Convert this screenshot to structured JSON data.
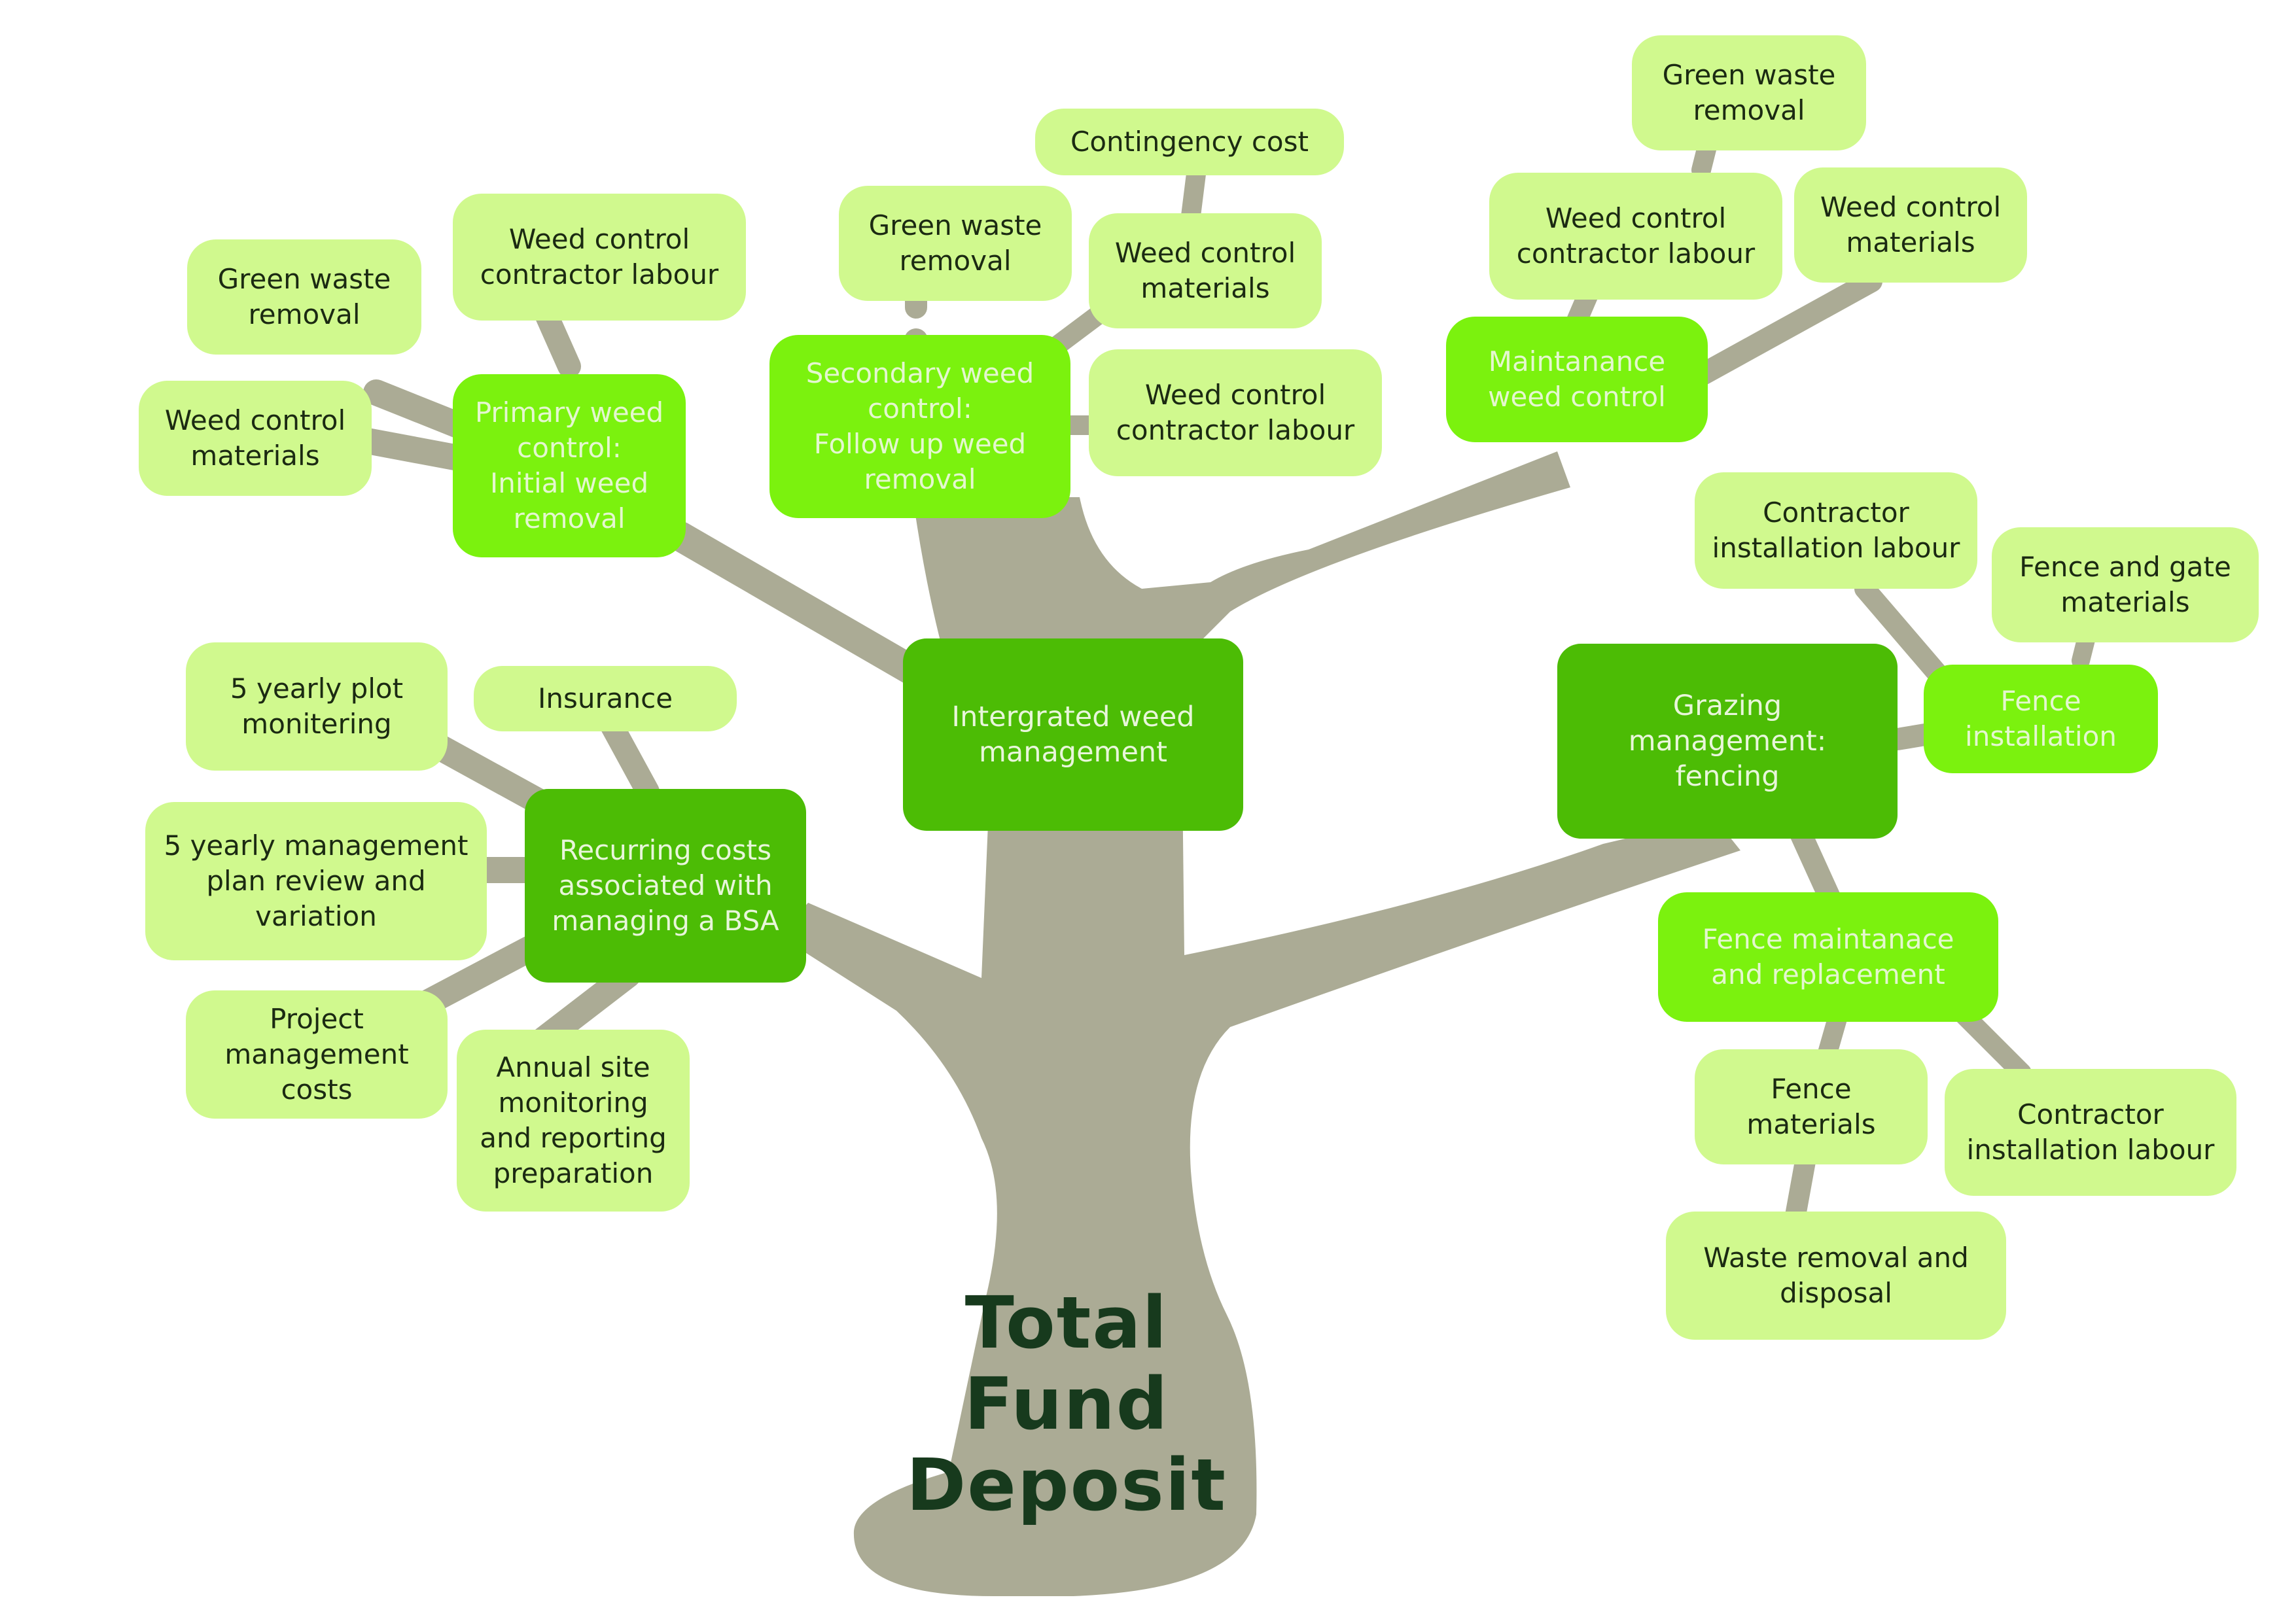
{
  "title": "Total\nFund\nDeposit",
  "colors": {
    "branch": "#abab95",
    "leaf": "#d0f98e",
    "mid": "#7bf20e",
    "hub": "#4cbc05",
    "title": "#173a1d"
  },
  "nodes": {
    "intergrated_weed_management": "Intergrated weed\nmanagement",
    "grazing_management_fencing": "Grazing\nmanagement:\nfencing",
    "recurring_costs": "Recurring costs\nassociated with\nmanaging a BSA",
    "primary_weed_control": "Primary weed\ncontrol:\nInitial weed\nremoval",
    "primary_green_waste": "Green waste\nremoval",
    "primary_contractor_labour": "Weed control\ncontractor labour",
    "primary_materials": "Weed control\nmaterials",
    "secondary_weed_control": "Secondary weed\ncontrol:\nFollow up weed\nremoval",
    "secondary_green_waste": "Green waste\nremoval",
    "secondary_contingency": "Contingency cost",
    "secondary_materials": "Weed control\nmaterials",
    "secondary_contractor_labour": "Weed control\ncontractor labour",
    "maintenance_weed_control": "Maintanance\nweed control",
    "maintenance_green_waste": "Green waste\nremoval",
    "maintenance_contractor_labour": "Weed control\ncontractor labour",
    "maintenance_materials": "Weed control\nmaterials",
    "fence_installation": "Fence\ninstallation",
    "fence_install_contractor_labour": "Contractor\ninstallation labour",
    "fence_gate_materials": "Fence and gate\nmaterials",
    "fence_maintenance_replacement": "Fence maintanace\nand replacement",
    "fence_materials": "Fence\nmaterials",
    "fence_maint_contractor_labour": "Contractor\ninstallation labour",
    "waste_removal_disposal": "Waste removal and\ndisposal",
    "plot_monitoring": "5 yearly plot\nmonitering",
    "insurance": "Insurance",
    "management_plan_review": "5 yearly management\nplan review and\nvariation",
    "project_management_costs": "Project\nmanagement\ncosts",
    "annual_site_monitoring": "Annual site\nmonitoring\nand reporting\npreparation"
  }
}
